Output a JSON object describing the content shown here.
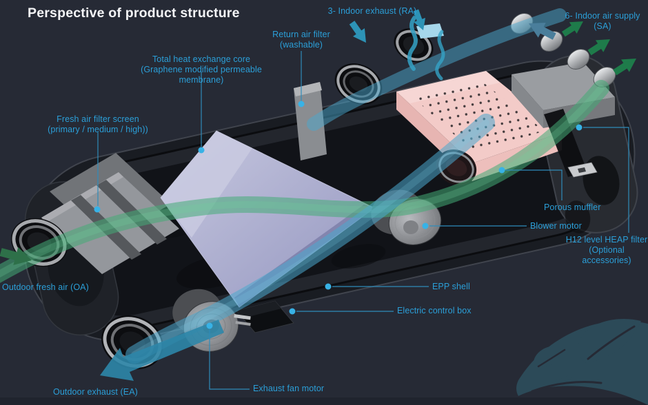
{
  "title": "Perspective of product structure",
  "colors": {
    "background": "#262A35",
    "label_blue": "#2B9FD8",
    "dot_blue": "#38B2E6",
    "supply_green_arrow": "#1E7B4A",
    "fresh_air_band_green": "#43AB76",
    "exhaust_teal_arrow": "#2D93B6",
    "exhaust_band_blue": "#4AA7CD",
    "big_exhaust_arrow": "#2E86A8",
    "core_purple": "#A1A3C9",
    "muffler_pink": "#F3CBC8",
    "leaf_teal": "#2C4A58",
    "shell_dark": "#191C22"
  },
  "labels": {
    "indoor_exhaust": {
      "text": "3- Indoor exhaust (RA)"
    },
    "indoor_supply": {
      "line1": "6- Indoor air supply",
      "line2": "(SA)"
    },
    "return_filter": {
      "line1": "Return air filter",
      "line2": "(washable)"
    },
    "heat_core": {
      "line1": "Total heat exchange core",
      "line2": "(Graphene modified permeable membrane)"
    },
    "fresh_filter": {
      "line1": "Fresh air filter screen",
      "line2": "(primary / medium / high))"
    },
    "porous_muffler": {
      "text": "Porous muffler"
    },
    "blower_motor": {
      "text": "Blower motor"
    },
    "heap_filter": {
      "line1": "H12 level HEAP filter",
      "line2": "(Optional accessories)"
    },
    "epp_shell": {
      "text": "EPP shell"
    },
    "control_box": {
      "text": "Electric control box"
    },
    "outdoor_fresh": {
      "text": "Outdoor fresh air (OA)"
    },
    "outdoor_exhaust": {
      "text": "Outdoor exhaust (EA)"
    },
    "exhaust_fan": {
      "text": "Exhaust fan motor"
    }
  }
}
